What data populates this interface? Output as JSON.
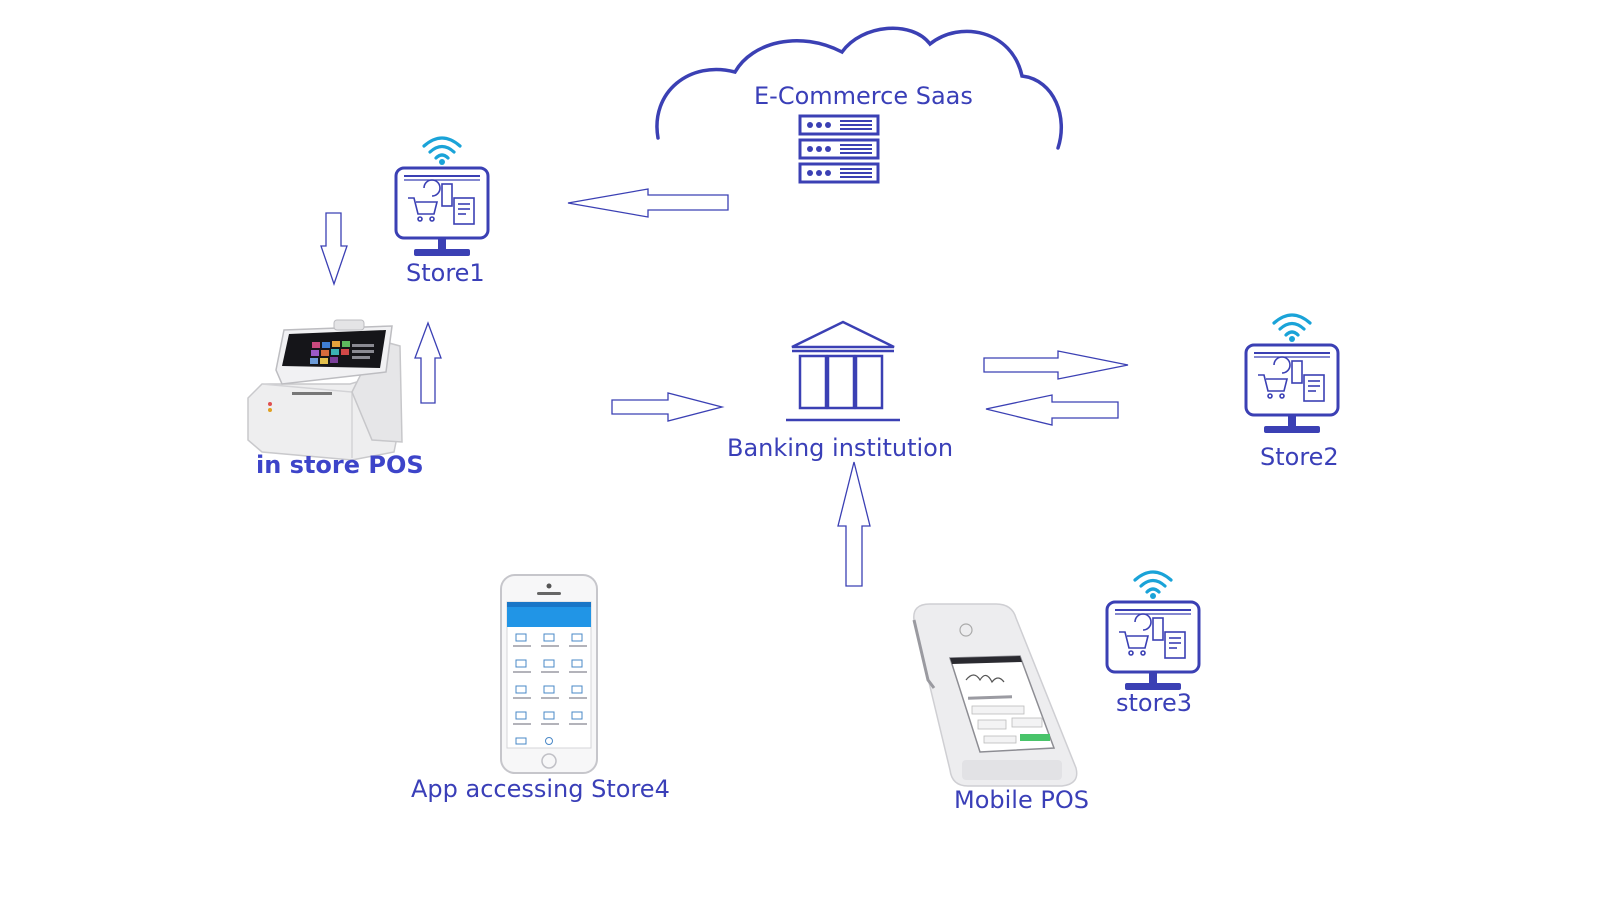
{
  "colors": {
    "stroke": "#3b40b4",
    "label": "#3a3fb8",
    "wifi": "#1aa3d8",
    "screen_bg": "#ffffff"
  },
  "nodes": {
    "cloud": {
      "label": "E-Commerce Saas",
      "icon": "server-rack-icon"
    },
    "store1": {
      "label": "Store1",
      "icon": "store-monitor-icon"
    },
    "store2": {
      "label": "Store2",
      "icon": "store-monitor-icon"
    },
    "store3": {
      "label": "store3",
      "icon": "store-monitor-icon"
    },
    "bank": {
      "label": "Banking institution",
      "icon": "bank-building-icon"
    },
    "pos": {
      "label": "in store POS",
      "icon": "pos-terminal-icon"
    },
    "app": {
      "label": "App accessing Store4",
      "icon": "smartphone-icon"
    },
    "mobile_pos": {
      "label": "Mobile POS",
      "icon": "handheld-terminal-icon"
    }
  }
}
